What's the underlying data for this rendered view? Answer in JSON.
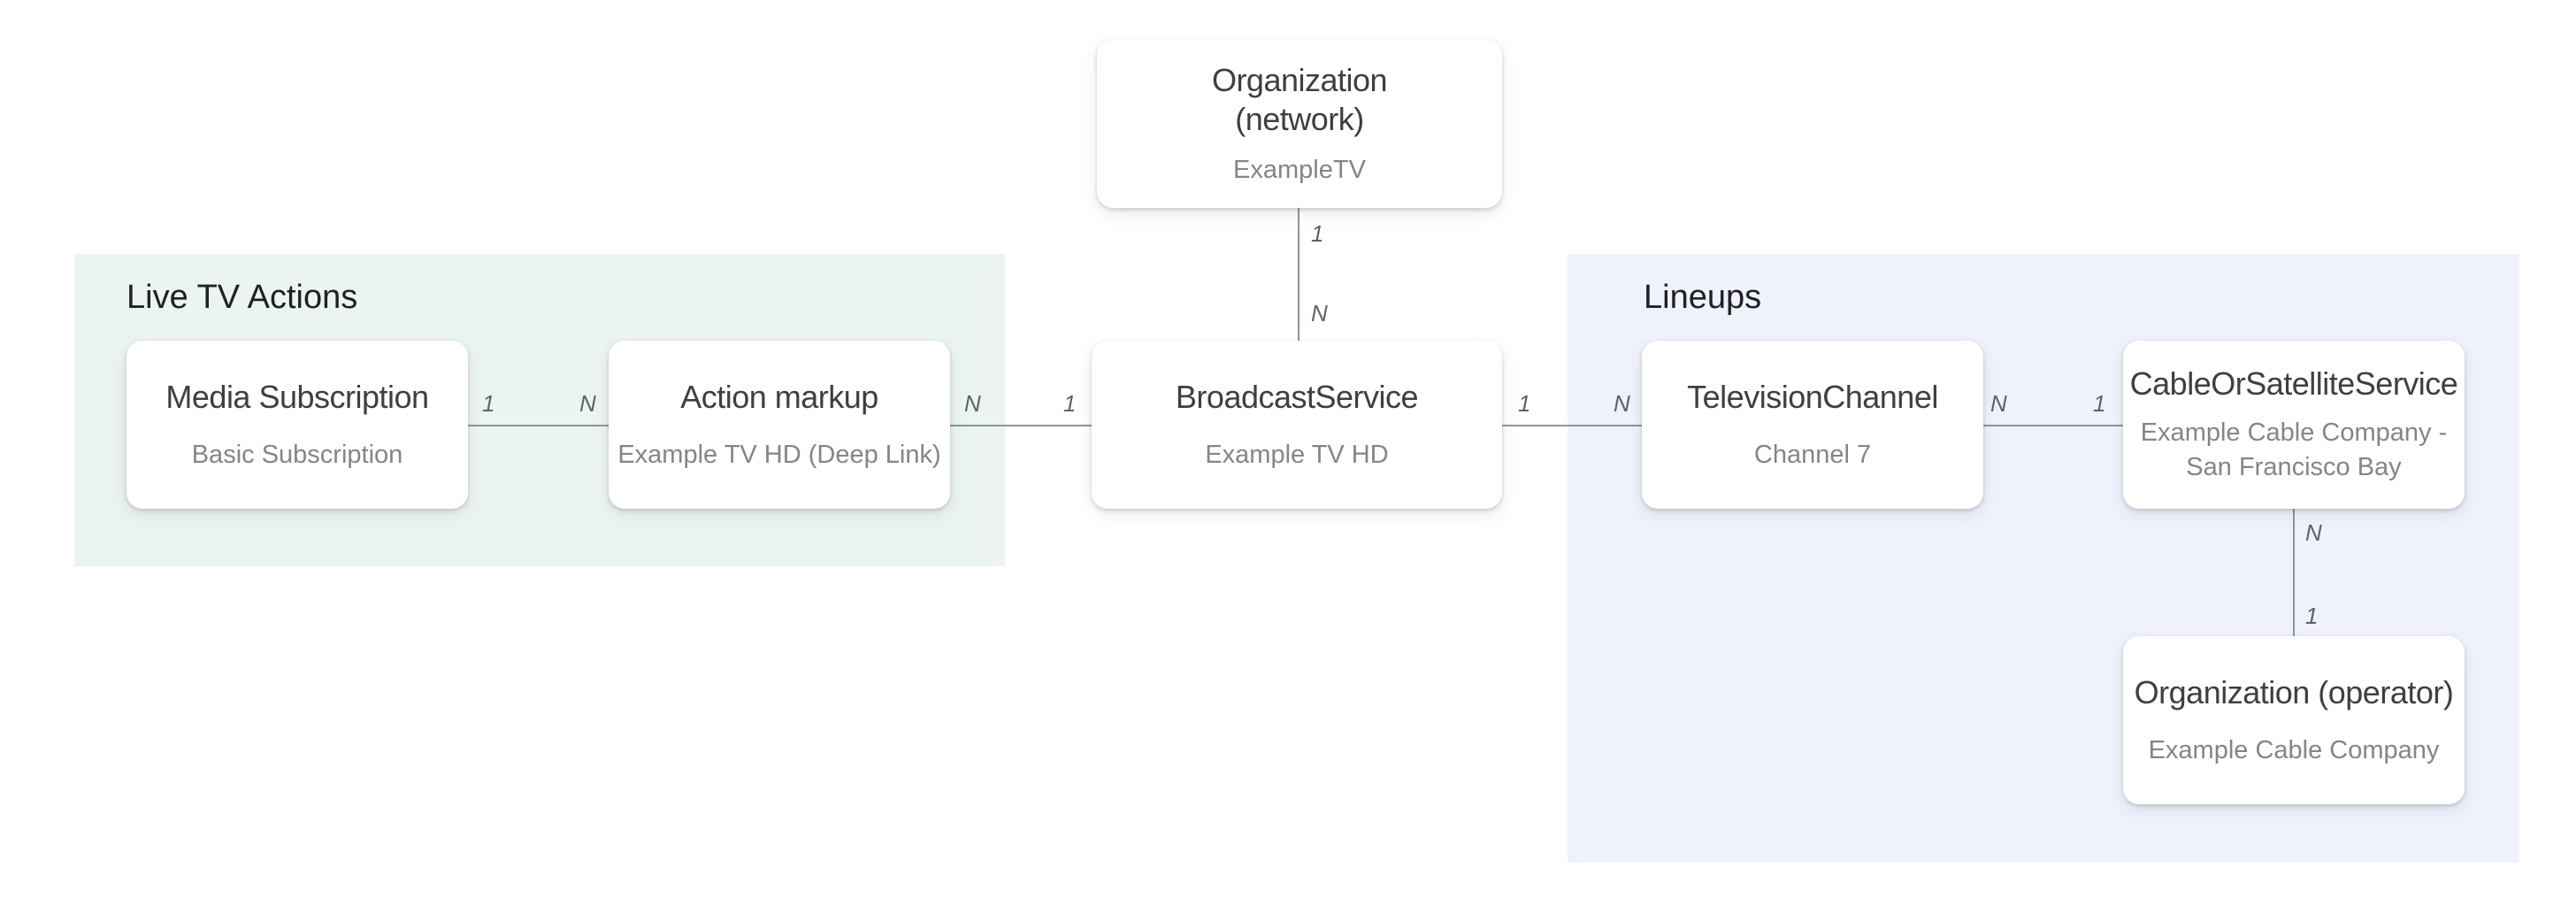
{
  "diagram": {
    "description": "Entity relationship diagram for TV schema markup",
    "background": "#ffffff"
  },
  "regions": {
    "live_tv_actions": {
      "title": "Live TV Actions",
      "background": "#ecf4f0"
    },
    "lineups": {
      "title": "Lineups",
      "background": "#eff2fb"
    }
  },
  "nodes": {
    "org_network": {
      "title": "Organization\n(network)",
      "subtitle": "ExampleTV"
    },
    "media_subscription": {
      "title": "Media Subscription",
      "subtitle": "Basic Subscription"
    },
    "action_markup": {
      "title": "Action markup",
      "subtitle": "Example TV HD (Deep Link)"
    },
    "broadcast_service": {
      "title": "BroadcastService",
      "subtitle": "Example TV HD"
    },
    "television_channel": {
      "title": "TelevisionChannel",
      "subtitle": "Channel 7"
    },
    "cable_or_satellite_service": {
      "title": "CableOrSatelliteService",
      "subtitle": "Example Cable Company -\nSan Francisco Bay"
    },
    "org_operator": {
      "title": "Organization (operator)",
      "subtitle": "Example Cable Company"
    }
  },
  "cardinalities": {
    "media_action_from": "1",
    "media_action_to": "N",
    "action_broadcast_from": "N",
    "action_broadcast_to": "1",
    "network_broadcast_top": "1",
    "network_broadcast_bottom": "N",
    "broadcast_channel_from": "1",
    "broadcast_channel_to": "N",
    "channel_cable_from": "N",
    "channel_cable_to": "1",
    "cable_operator_top": "N",
    "cable_operator_bottom": "1"
  },
  "colors": {
    "connector": "#8f9499",
    "node_title": "#3c4043",
    "node_subtitle": "#80868b",
    "cardinality_label": "#5f6368",
    "region_green": "#ecf4f0",
    "region_blue": "#eff2fb"
  }
}
